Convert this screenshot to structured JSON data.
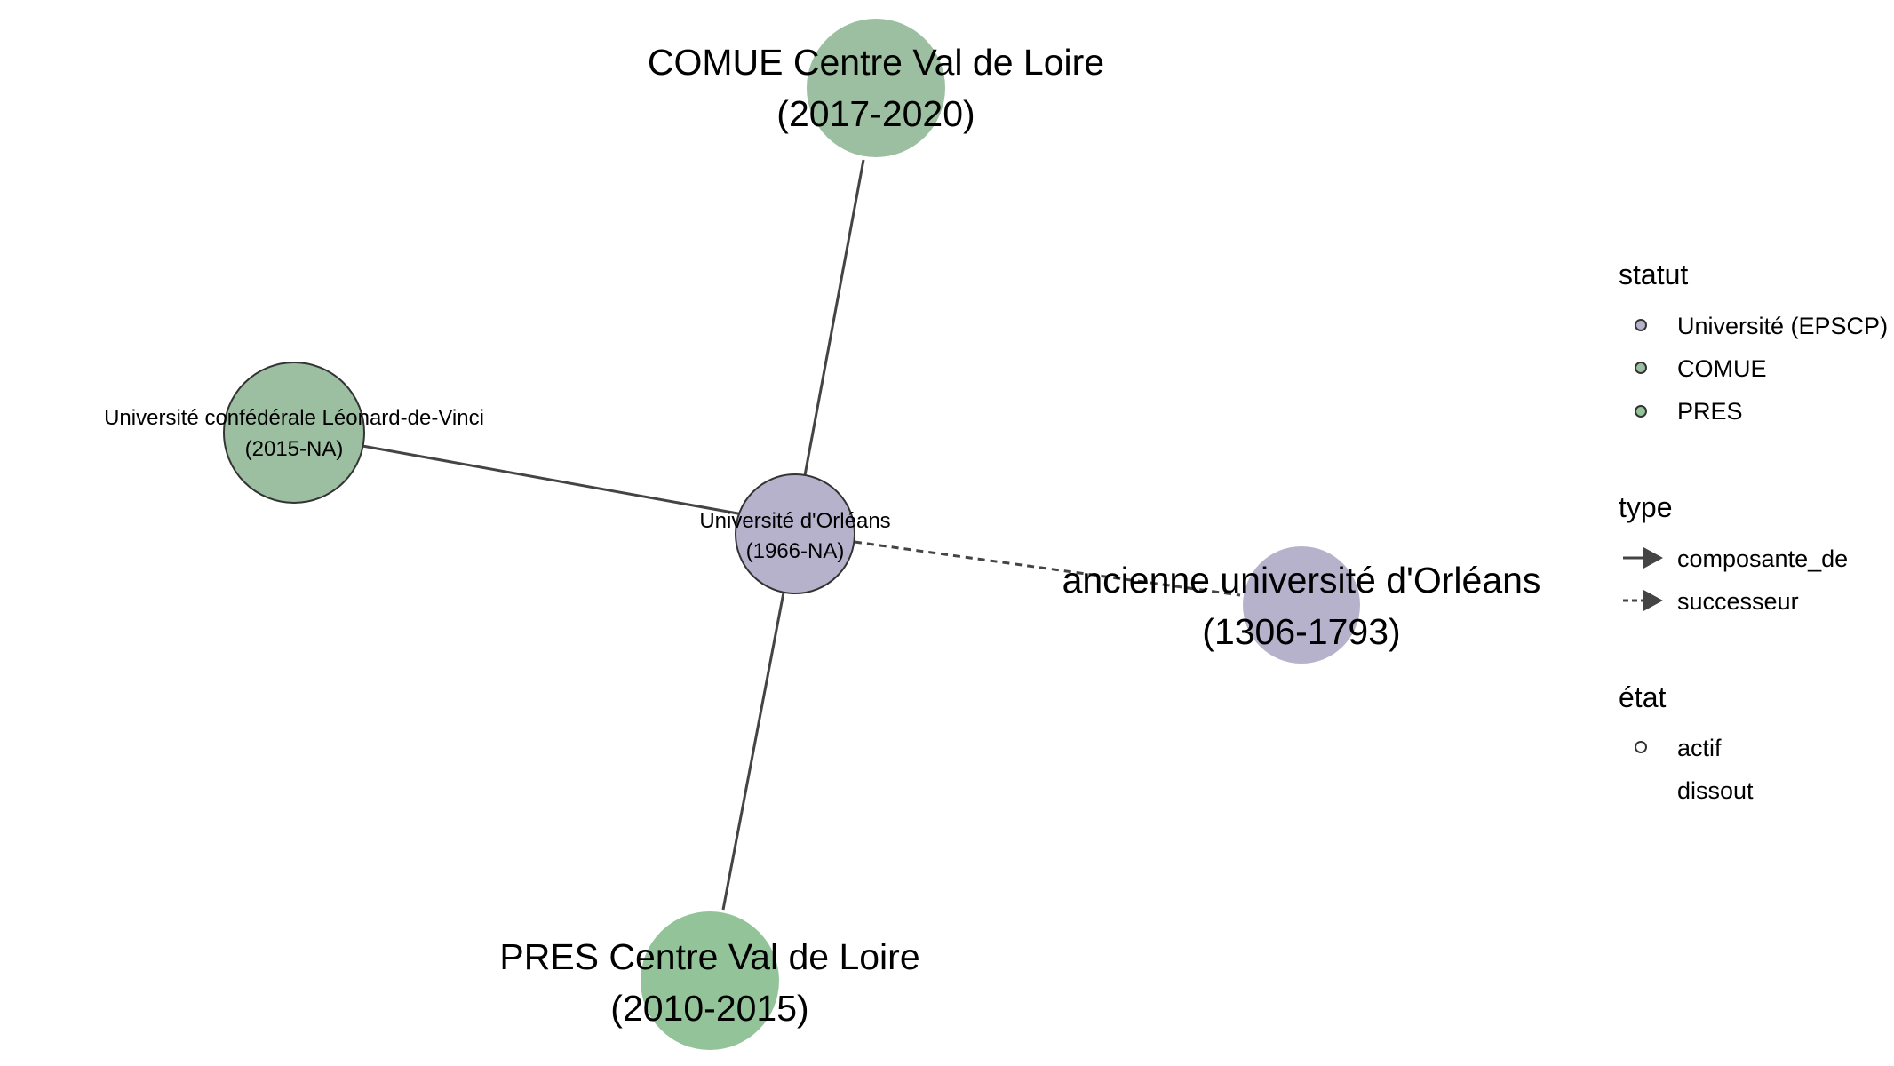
{
  "nodes": [
    {
      "id": "orleans",
      "label": "Université d'Orléans",
      "period": "(1966-NA)",
      "statut": "Université (EPSCP)",
      "etat": "actif",
      "color": "#b7b2cc"
    },
    {
      "id": "comue",
      "label": "COMUE Centre Val de Loire",
      "period": "(2017-2020)",
      "statut": "COMUE",
      "etat": "dissout",
      "color": "#9bbfa0"
    },
    {
      "id": "leonard",
      "label": "Université confédérale Léonard-de-Vinci",
      "period": "(2015-NA)",
      "statut": "COMUE",
      "etat": "actif",
      "color": "#9bbfa0"
    },
    {
      "id": "ancienne",
      "label": "ancienne université d'Orléans",
      "period": "(1306-1793)",
      "statut": "Université (EPSCP)",
      "etat": "dissout",
      "color": "#b7b2cc"
    },
    {
      "id": "pres",
      "label": "PRES Centre Val de Loire",
      "period": "(2010-2015)",
      "statut": "PRES",
      "etat": "dissout",
      "color": "#93c398"
    }
  ],
  "edges": [
    {
      "from": "orleans",
      "to": "comue",
      "type": "composante_de"
    },
    {
      "from": "orleans",
      "to": "leonard",
      "type": "composante_de"
    },
    {
      "from": "orleans",
      "to": "pres",
      "type": "composante_de"
    },
    {
      "from": "orleans",
      "to": "ancienne",
      "type": "successeur"
    }
  ],
  "legend": {
    "statut": {
      "title": "statut",
      "items": [
        {
          "label": "Université (EPSCP)",
          "color": "#b7b2cc"
        },
        {
          "label": "COMUE",
          "color": "#9bbfa0"
        },
        {
          "label": "PRES",
          "color": "#93c398"
        }
      ]
    },
    "type": {
      "title": "type",
      "items": [
        {
          "label": "composante_de",
          "style": "solid"
        },
        {
          "label": "successeur",
          "style": "dashed"
        }
      ]
    },
    "etat": {
      "title": "état",
      "items": [
        {
          "label": "actif",
          "outline": true
        },
        {
          "label": "dissout",
          "outline": false
        }
      ]
    }
  },
  "colors": {
    "edge": "#444444",
    "outline": "#333333"
  }
}
